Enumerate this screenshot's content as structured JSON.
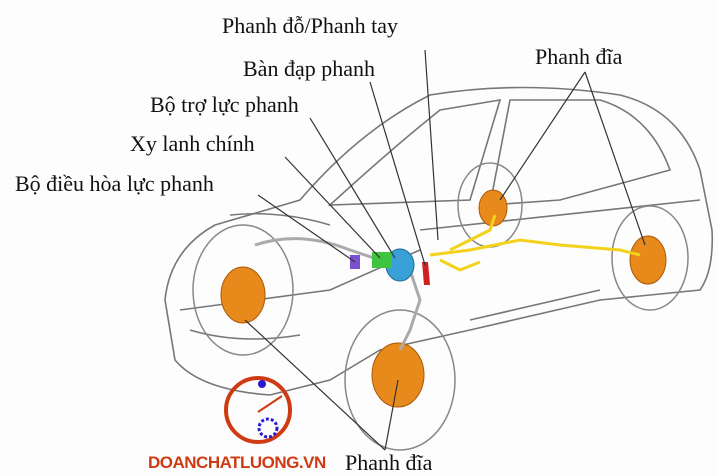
{
  "labels": {
    "parking_brake": "Phanh đỗ/Phanh tay",
    "brake_pedal": "Bàn đạp phanh",
    "brake_booster": "Bộ trợ lực phanh",
    "master_cylinder": "Xy lanh chính",
    "proportioning_valve": "Bộ điều hòa lực phanh",
    "disc_brake_top": "Phanh đĩa",
    "disc_brake_bottom": "Phanh đĩa"
  },
  "watermark": "DOANCHATLUONG.VN",
  "colors": {
    "disc": "#e8891c",
    "brake_line": "#f2d21a",
    "booster": "#3aa0d8",
    "master_cylinder": "#3fc43f",
    "watermark": "#d03a12"
  }
}
